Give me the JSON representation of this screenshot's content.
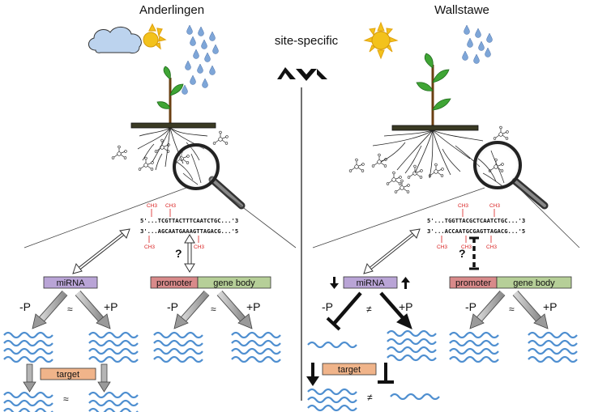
{
  "sites": {
    "left": "Anderlingen",
    "right": "Wallstawe",
    "center": "site-specific"
  },
  "methylation": {
    "ch3": "CH3",
    "left_top": "5'...TCGTTACTTTCAATCTGC...'3",
    "left_bottom": "3'...AGCAATGAAAGTTAGACG...'5",
    "right_top": "5'...TGGTTACGCTCAATCTGC...'3",
    "right_bottom": "3'...ACCAATGCGAGTTAGACG...'5"
  },
  "labels": {
    "mirna": "miRNA",
    "promoter": "promoter",
    "gene_body": "gene body",
    "target": "target",
    "minus_p": "-P",
    "plus_p": "+P",
    "approx": "≈",
    "not_equal": "≠",
    "question": "?"
  },
  "colors": {
    "mirna_box": "#b9a4d6",
    "promoter_box": "#d88a8a",
    "gene_body_box": "#b6cf98",
    "target_box": "#f0b48a",
    "methyl": "#d81e1e",
    "wave": "#4f8fd0",
    "raindrop": "#7ea6d8",
    "sun": "#f3c21c",
    "leaf": "#3fa535"
  }
}
